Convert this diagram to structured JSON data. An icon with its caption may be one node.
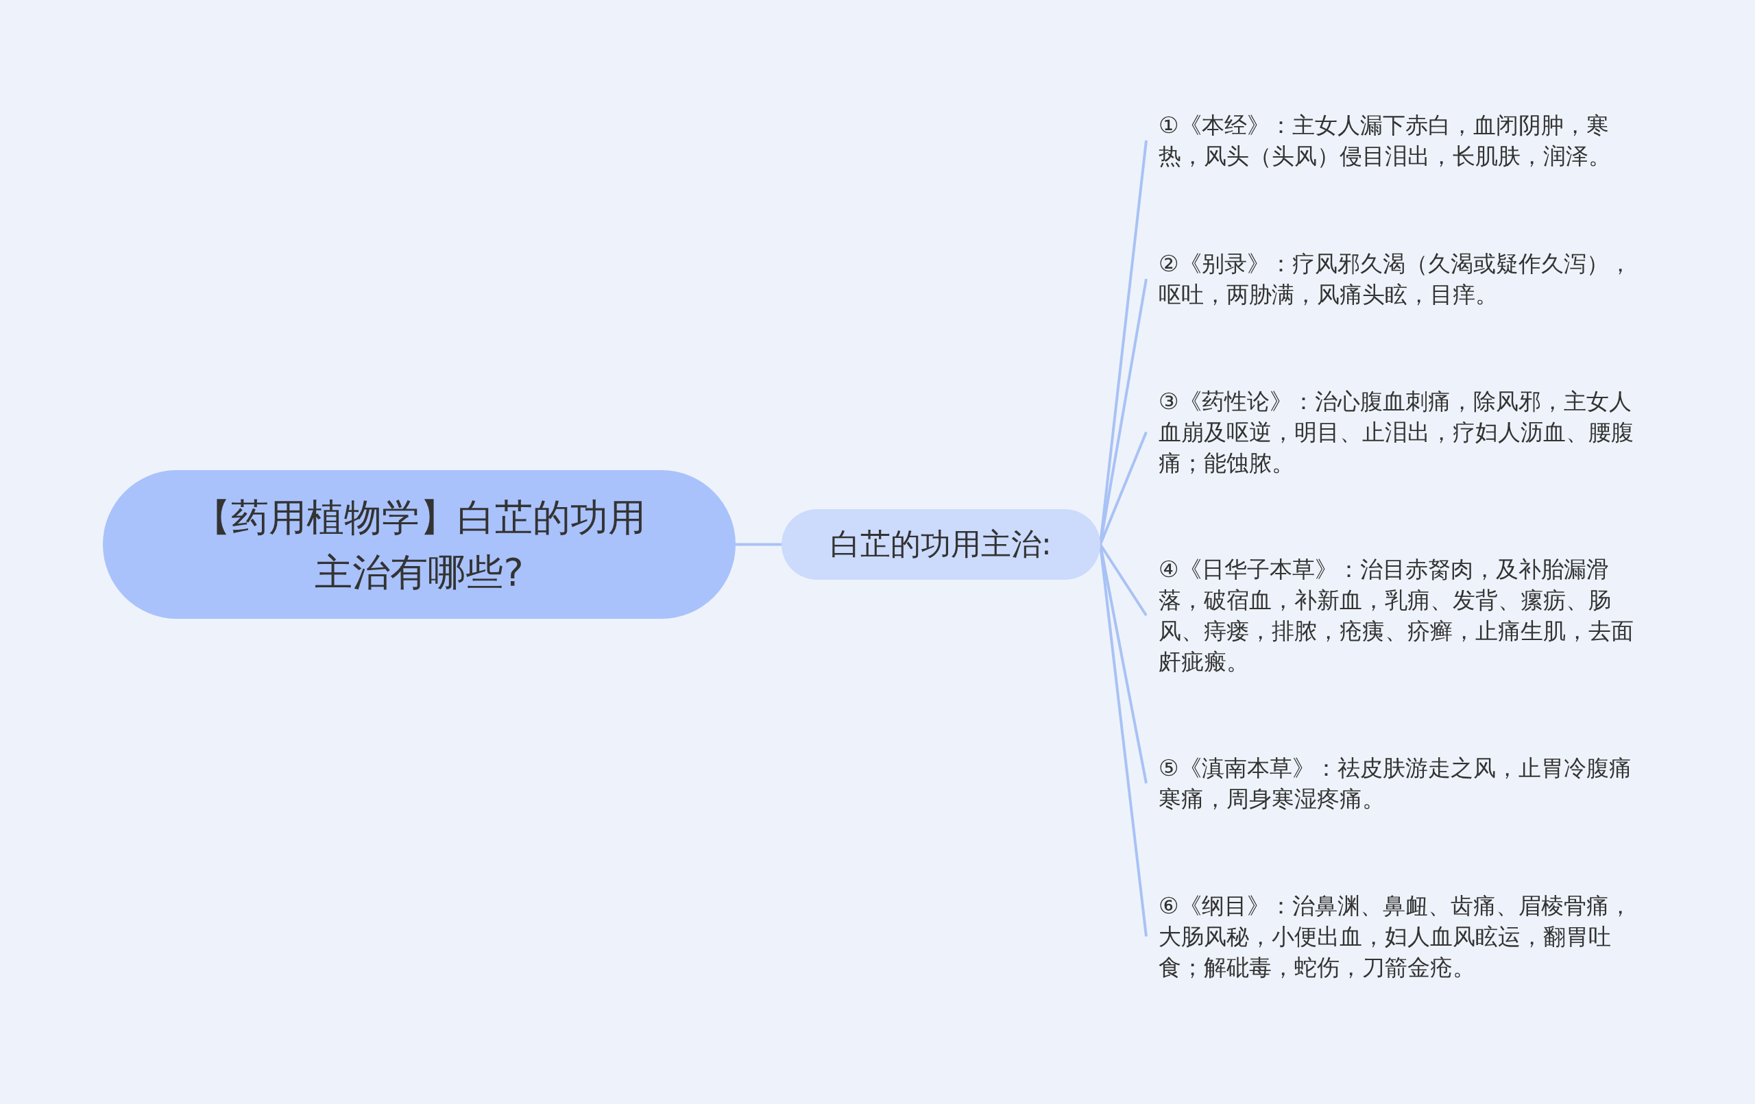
{
  "diagram": {
    "nodes": [
      {
        "text": [
          "【药用植物学】白芷的功用主治有哪些?"
        ]
      },
      {
        "text": [
          "白芷的功用主治:"
        ]
      },
      {
        "text": [
          "①《本经》：主女人漏下赤白，血闭阴肿，寒热，风头（头风）侵目泪出，长肌肤，润泽。"
        ]
      },
      {
        "text": [
          "②《别录》：疗风邪久渴（久渴或疑作久泻），呕吐，两胁满，风痛头眩，目痒。"
        ]
      },
      {
        "text": [
          "③《药性论》：治心腹血刺痛，除风邪，主女人血崩及呕逆，明目、止泪出，疗妇人沥血、腰腹痛；能蚀脓。"
        ]
      },
      {
        "text": [
          "④《日华子本草》：治目赤胬肉，及补胎漏滑落，破宿血，补新血，乳痈、发背、瘰疬、肠风、痔瘘，排脓，疮痍、疥癣，止痛生肌，去面皯疵瘢。"
        ]
      },
      {
        "text": [
          "⑤《滇南本草》：祛皮肤游走之风，止胃冷腹痛寒痛，周身寒湿疼痛。"
        ]
      },
      {
        "text": [
          "⑥《纲目》：治鼻渊、鼻衄、齿痛、眉棱骨痛，大肠风秘，小便出血，妇人血风眩运，翻胃吐食；解砒毒，蛇伤，刀箭金疮。"
        ]
      }
    ],
    "edges": [
      {
        "from": 0,
        "to": 1,
        "arrow": "none"
      },
      {
        "from": 1,
        "to": 2,
        "arrow": "none"
      },
      {
        "from": 1,
        "to": 3,
        "arrow": "none"
      },
      {
        "from": 1,
        "to": 4,
        "arrow": "none"
      },
      {
        "from": 1,
        "to": 5,
        "arrow": "none"
      },
      {
        "from": 1,
        "to": 6,
        "arrow": "none"
      },
      {
        "from": 1,
        "to": 7,
        "arrow": "none"
      }
    ]
  }
}
